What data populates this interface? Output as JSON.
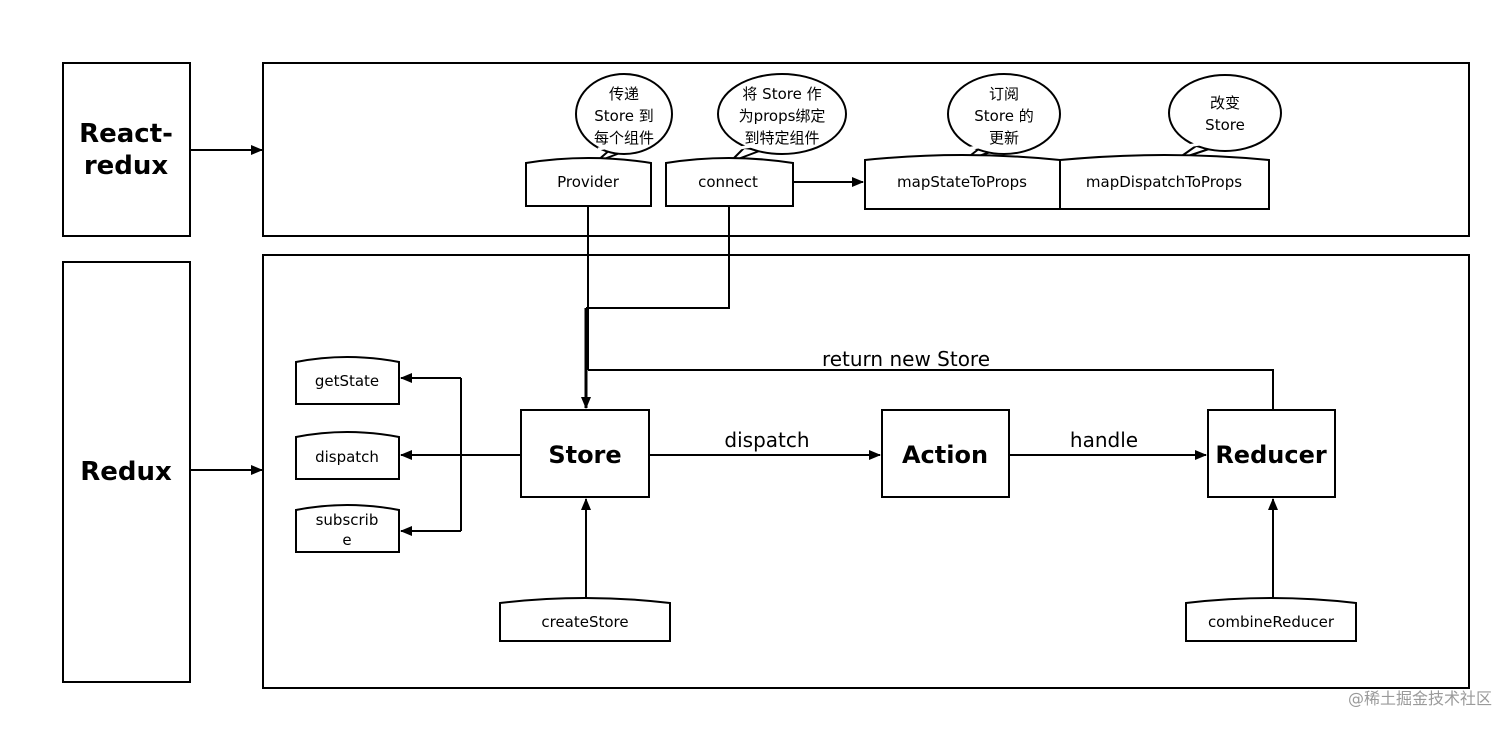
{
  "layers": {
    "react_redux_label": [
      "React-",
      "redux"
    ],
    "redux_label": "Redux"
  },
  "react_redux": {
    "provider": "Provider",
    "connect": "connect",
    "map_state": "mapStateToProps",
    "map_dispatch": "mapDispatchToProps",
    "bubbles": {
      "provider": [
        "传递",
        "Store 到",
        "每个组件"
      ],
      "connect": [
        "将 Store 作",
        "为props绑定",
        "到特定组件"
      ],
      "map_state": [
        "订阅",
        "Store 的",
        "更新"
      ],
      "map_dispatch": [
        "改变",
        "Store"
      ]
    }
  },
  "redux": {
    "store": "Store",
    "action": "Action",
    "reducer": "Reducer",
    "get_state": "getState",
    "dispatch_method": "dispatch",
    "subscribe": [
      "subscrib",
      "e"
    ],
    "create_store": "createStore",
    "combine_reducer": "combineReducer"
  },
  "edges": {
    "dispatch": "dispatch",
    "handle": "handle",
    "return_new_store": "return new Store"
  },
  "watermark": "@稀土掘金技术社区",
  "colors": {
    "stroke": "#000000",
    "fill": "#ffffff",
    "watermark": "#9a9a9a"
  }
}
